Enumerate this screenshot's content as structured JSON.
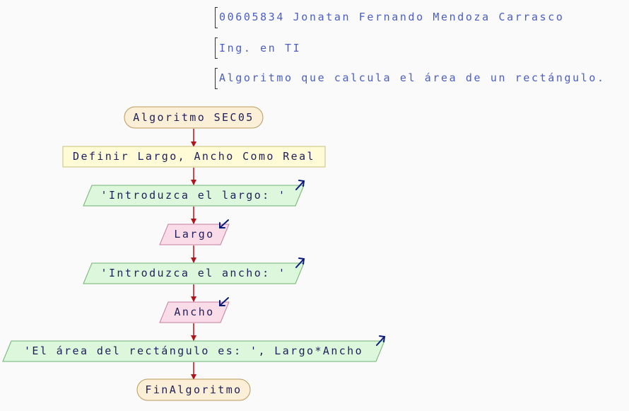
{
  "comments": [
    "00605834 Jonatan Fernando Mendoza Carrasco",
    "Ing. en TI",
    "Algoritmo que calcula el área de un rectángulo."
  ],
  "nodes": {
    "start": "Algoritmo SEC05",
    "define": "Definir Largo, Ancho Como Real",
    "out1": "'Introduzca el largo: '",
    "in1": "Largo",
    "out2": "'Introduzca el ancho: '",
    "in2": "Ancho",
    "out3": "'El área del rectángulo es: ', Largo*Ancho",
    "end": "FinAlgoritmo"
  },
  "colors": {
    "terminal_fill": "#fbefd7",
    "terminal_stroke": "#b89a5a",
    "define_fill": "#fffbd6",
    "define_stroke": "#c9c07a",
    "output_fill": "#dcf7dc",
    "output_stroke": "#6fb26f",
    "input_fill": "#fadbe8",
    "input_stroke": "#c77e9e",
    "arrow": "#b0151b",
    "io_icon": "#0a1c7a",
    "comment_text": "#4a5fc1"
  },
  "icons": {
    "output": "arrow-up-right-icon",
    "input": "arrow-down-left-icon"
  }
}
